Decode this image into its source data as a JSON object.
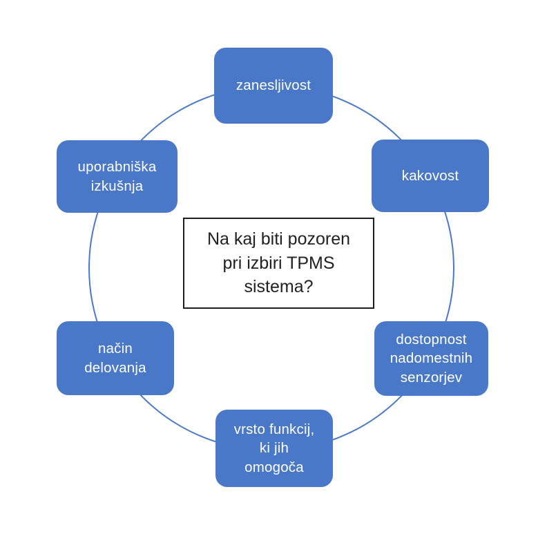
{
  "diagram": {
    "type": "cycle",
    "center": {
      "text": "Na kaj biti pozoren\npri izbiri TPMS\nsistema?"
    },
    "nodes": [
      {
        "label": "zanesljivost"
      },
      {
        "label": "kakovost"
      },
      {
        "label": "dostopnost\nnadomestnih\nsenzorjev"
      },
      {
        "label": "vrsto funkcij,\nki jih\nomogoča"
      },
      {
        "label": "način\ndelovanja"
      },
      {
        "label": "uporabniška\nizkušnja"
      }
    ],
    "colors": {
      "node_fill": "#4A78C8",
      "node_text": "#FFFFFF",
      "circle_stroke": "#4A78C8",
      "center_border": "#1D1D1D",
      "center_text": "#212121",
      "background": "#FFFFFF"
    }
  }
}
